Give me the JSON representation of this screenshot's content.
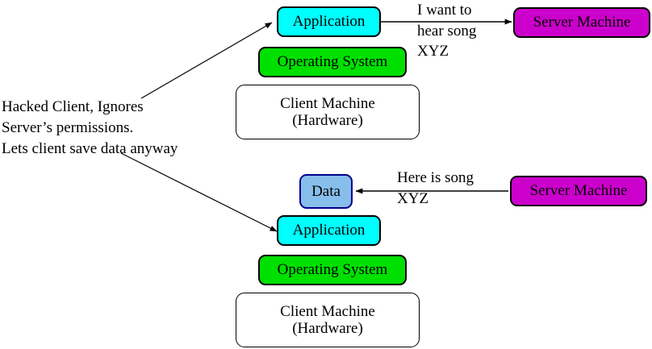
{
  "diagram": {
    "title": "Hacked client ignoring server permissions",
    "colors": {
      "application": "#00FFFF",
      "operating_system": "#00E000",
      "hardware": "#FFFFFF",
      "data": "#87BEEB",
      "server": "#CC00CC",
      "stroke": "#000000",
      "data_stroke": "#00008B",
      "background": "#FFFFFF"
    },
    "annotation": {
      "line1": "Hacked Client, Ignores",
      "line2": "Server’s permissions.",
      "line3": "Lets client save data anyway"
    },
    "top_stack": {
      "application": "Application",
      "operating_system": "Operating System",
      "hardware_line1": "Client Machine",
      "hardware_line2": "(Hardware)"
    },
    "bottom_stack": {
      "data": "Data",
      "application": "Application",
      "operating_system": "Operating System",
      "hardware_line1": "Client Machine",
      "hardware_line2": "(Hardware)"
    },
    "servers": {
      "top": "Server Machine",
      "bottom": "Server Machine"
    },
    "messages": {
      "request_line1": "I want to",
      "request_line2": "hear song",
      "request_line3": "XYZ",
      "response_line1": "Here is song",
      "response_line2": "XYZ"
    }
  }
}
